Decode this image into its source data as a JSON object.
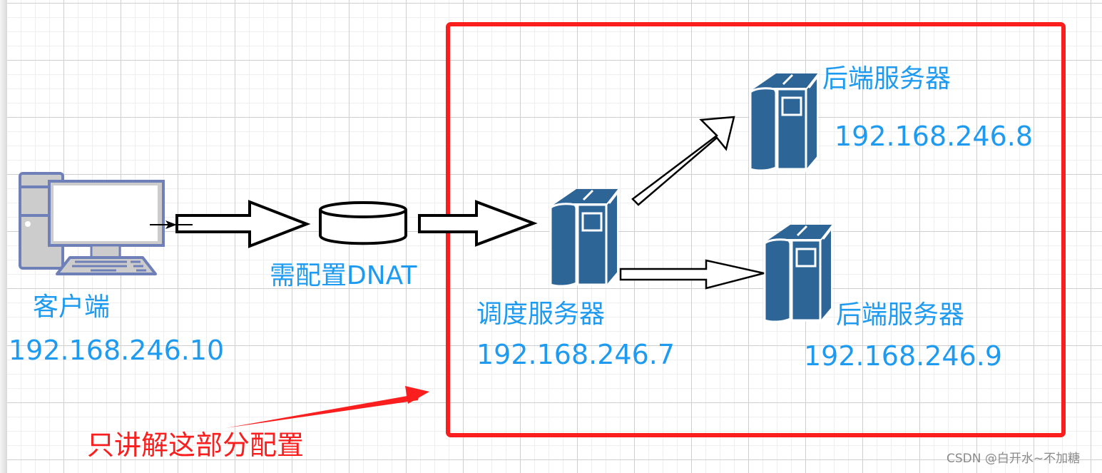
{
  "diagram": {
    "title": "",
    "client": {
      "icon": "desktop-computer-icon",
      "label": "客户端",
      "ip": "192.168.246.10"
    },
    "gateway": {
      "icon": "database-cylinder-icon",
      "label": "需配置DNAT"
    },
    "director": {
      "icon": "server-icon",
      "label": "调度服务器",
      "ip": "192.168.246.7"
    },
    "backends": [
      {
        "icon": "server-icon",
        "label": "后端服务器",
        "ip": "192.168.246.8"
      },
      {
        "icon": "server-icon",
        "label": "后端服务器",
        "ip": "192.168.246.9"
      }
    ],
    "annotation": {
      "text": "只讲解这部分配置",
      "points_to": "highlight-box"
    },
    "edges": [
      {
        "from": "client",
        "to": "gateway",
        "style": "block-arrow"
      },
      {
        "from": "gateway",
        "to": "director",
        "style": "block-arrow"
      },
      {
        "from": "director",
        "to": "backend-1",
        "style": "block-arrow"
      },
      {
        "from": "director",
        "to": "backend-2",
        "style": "block-arrow"
      }
    ],
    "colors": {
      "label_text": "#1e9bf0",
      "highlight": "#fa1e1e",
      "server_fill": "#2e6597",
      "computer_outline": "#6f80b8",
      "computer_fill": "#cccccc"
    }
  },
  "watermark": "CSDN @白开水~不加糖"
}
